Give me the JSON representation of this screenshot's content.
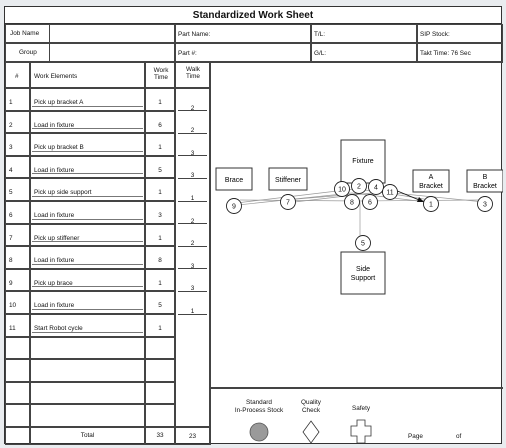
{
  "sheet": {
    "title": "Standardized Work Sheet",
    "header": {
      "job_name_label": "Job Name",
      "group_label": "Group",
      "part_name_label": "Part Name:",
      "part_num_label": "Part #:",
      "tl_label": "T/L:",
      "gl_label": "G/L:",
      "sip_stock_label": "SIP Stock:",
      "takt_time_label": "Takt Time: 76 Sec"
    },
    "columns": {
      "num": "#",
      "work_elements": "Work Elements",
      "work_time": "Work Time",
      "walk_time": "Walk Time"
    },
    "elements": [
      {
        "num": "1",
        "name": "Pick up bracket A",
        "time": "1"
      },
      {
        "num": "2",
        "name": "Load in fixture",
        "time": "6"
      },
      {
        "num": "3",
        "name": "Pick up bracket B",
        "time": "1"
      },
      {
        "num": "4",
        "name": "Load in fixture",
        "time": "5"
      },
      {
        "num": "5",
        "name": "Pick up side support",
        "time": "1"
      },
      {
        "num": "6",
        "name": "Load in fixture",
        "time": "3"
      },
      {
        "num": "7",
        "name": "Pick up stiffener",
        "time": "1"
      },
      {
        "num": "8",
        "name": "Load in fixture",
        "time": "8"
      },
      {
        "num": "9",
        "name": "Pick up brace",
        "time": "1"
      },
      {
        "num": "10",
        "name": "Load in fixture",
        "time": "5"
      },
      {
        "num": "11",
        "name": "Start Robot cycle",
        "time": "1"
      }
    ],
    "walk_times": [
      "2",
      "2",
      "3",
      "3",
      "1",
      "2",
      "2",
      "3",
      "3",
      "1"
    ],
    "total": {
      "label": "Total",
      "work_time": "33",
      "walk_time": "23"
    },
    "diagram": {
      "stations": {
        "brace": "Brace",
        "stiffener": "Stiffener",
        "fixture": "Fixture",
        "a_bracket": [
          "A",
          "Bracket"
        ],
        "b_bracket": [
          "B",
          "Bracket"
        ],
        "side_support": [
          "Side",
          "Support"
        ]
      },
      "markers": {
        "brace": "9",
        "stiffener": "7",
        "a_bracket": "1",
        "b_bracket": "3",
        "side_support": "5",
        "fixture_cluster": [
          "10",
          "2",
          "4",
          "11",
          "8",
          "6"
        ]
      }
    },
    "legend": {
      "sip_label": [
        "Standard",
        "In-Process Stock"
      ],
      "quality_label": [
        "Quality",
        "Check"
      ],
      "safety_label": "Safety",
      "page_label": "Page",
      "of_label": "of"
    }
  }
}
